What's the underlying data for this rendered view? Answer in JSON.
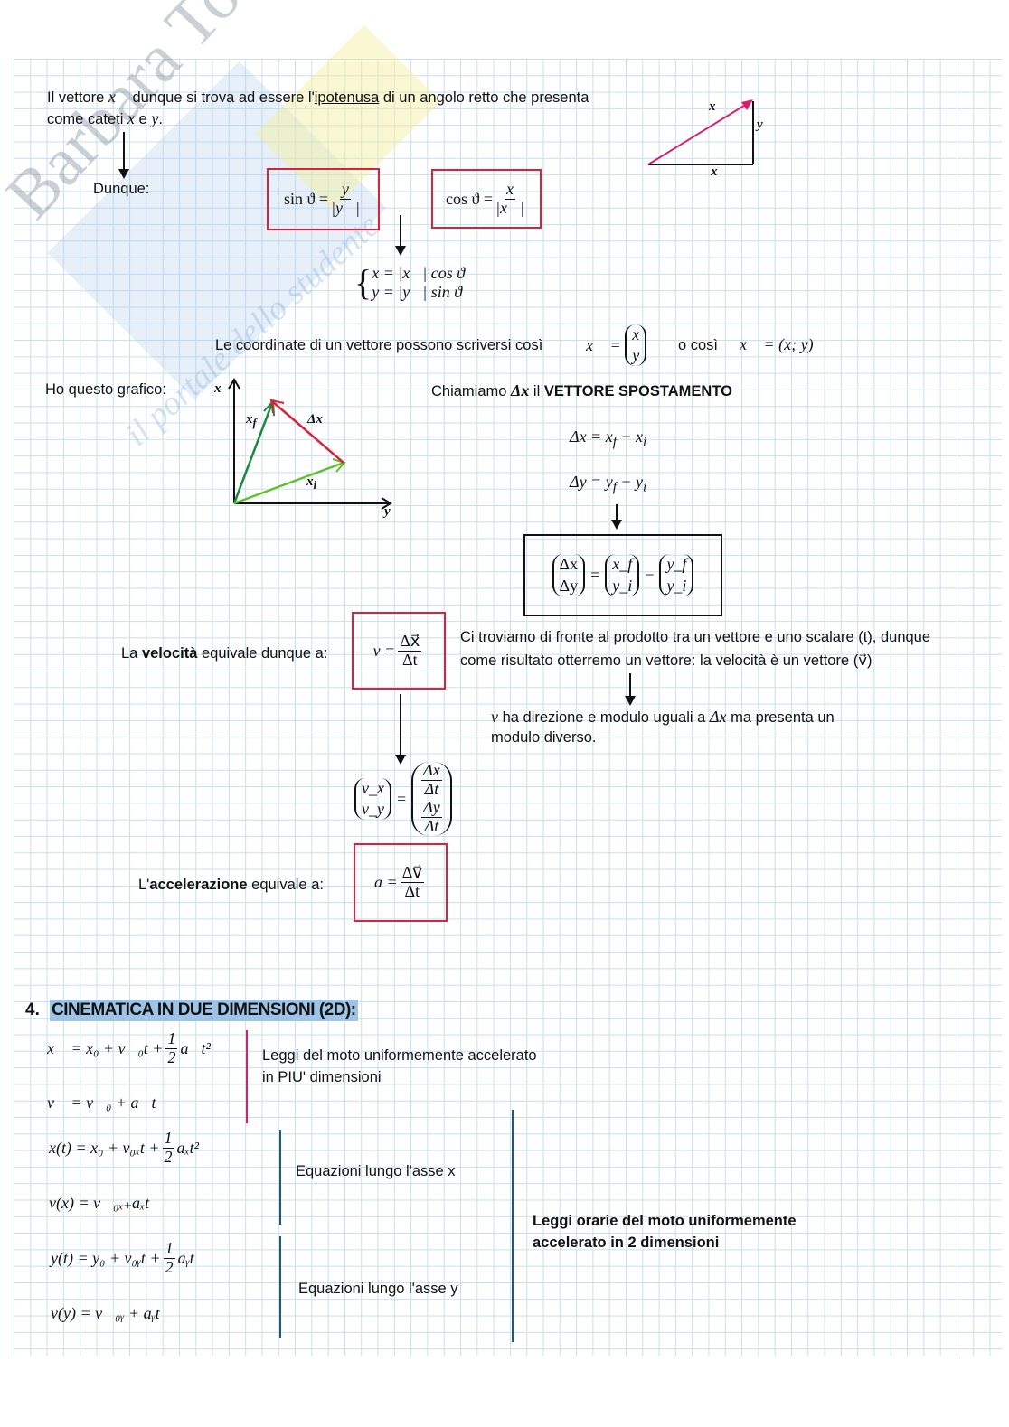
{
  "watermark": {
    "name": "Barbara Tornaghi",
    "tagline": "il portale dello studente"
  },
  "intro": {
    "a": "Il vettore ",
    "vec": "x⃗",
    "b": " dunque si trova ad essere l'",
    "underlined": "ipotenusa",
    "c": " di un angolo retto che presenta",
    "line2a": "come cateti ",
    "x": "x",
    "e": " e ",
    "y": "y",
    "dot": "."
  },
  "dunque": "Dunque:",
  "sin_formula": {
    "lhs": "sin ϑ =",
    "num": "y",
    "den": "|y⃗|"
  },
  "cos_formula": {
    "lhs": "cos ϑ =",
    "num": "x",
    "den": "|x⃗|"
  },
  "system": [
    "x = |x⃗| cos ϑ",
    "y = |y⃗| sin ϑ"
  ],
  "triangle": {
    "hyp": "x⃗",
    "vertical": "y",
    "base": "x"
  },
  "coords": {
    "text": "Le coordinate di un vettore possono scriversi così",
    "lhs": "x⃗ =",
    "comp": [
      "x",
      "y"
    ],
    "or": "o così",
    "alt": "x⃗ = (x; y)"
  },
  "graph": {
    "label": "Ho questo grafico:",
    "axis_v": "x",
    "axis_h": "y",
    "xf": "x",
    "xf_sub": "f",
    "xi": "x",
    "xi_sub": "i",
    "dx": "Δx",
    "colors": {
      "xf": "#1a8a3a",
      "xi": "#5cc22a",
      "dx": "#d9233b"
    }
  },
  "chiamiamo": {
    "a": "Chiamiamo ",
    "dx": "Δx",
    "b": " il ",
    "bold": "VETTORE SPOSTAMENTO"
  },
  "eq_dx": {
    "a": "Δx = x",
    "s1": "f",
    "b": " − x",
    "s2": "i"
  },
  "eq_dy": {
    "a": "Δy = y",
    "s1": "f",
    "b": " − y",
    "s2": "i"
  },
  "matrix_eq": {
    "l": [
      "Δx",
      "Δy"
    ],
    "eq": "=",
    "m": [
      "x_f",
      "y_i"
    ],
    "minus": "−",
    "r": [
      "y_f",
      "y_i"
    ]
  },
  "velocity": {
    "a": "La ",
    "bold": "velocità",
    "b": " equivale dunque a:",
    "lhs": "v =",
    "num": "Δx⃗",
    "den": "Δt"
  },
  "velocity_note": [
    "Ci troviamo di fronte al prodotto tra un vettore e uno scalare (t), dunque",
    "come risultato otterremo un vettore: la velocità è un vettore (v⃗)"
  ],
  "v_note": {
    "v": "v",
    "a": " ha direzione e modulo uguali a ",
    "dx": "Δx",
    "b": " ma presenta un",
    "line2": "modulo diverso."
  },
  "vcomp": {
    "l": [
      "v_x",
      "v_y"
    ],
    "eq": "=",
    "r": [
      [
        "Δx",
        "Δt"
      ],
      [
        "Δy",
        "Δt"
      ]
    ]
  },
  "acceleration": {
    "a": "L'",
    "bold": "accelerazione",
    "b": " equivale a:",
    "lhs": "a =",
    "num": "Δv⃗",
    "den": "Δt"
  },
  "section": {
    "num": "4.",
    "title": "CINEMATICA IN DUE DIMENSIONI (2D):",
    "highlight": "#9dc3e6"
  },
  "laws": {
    "f1a": "x⃗ = x₀ + v⃗₀t +",
    "f1n": "1",
    "f1d": "2",
    "f1b": "a⃗t²",
    "f2": "v⃗ = v⃗₀ + a⃗t",
    "note": [
      "Leggi del moto uniformemente accelerato",
      "in PIU' dimensioni"
    ]
  },
  "xaxis": {
    "f1a": "x(t) = x₀ + v₀ₓt +",
    "f1n": "1",
    "f1d": "2",
    "f1b": "aₓt²",
    "f2": "v(x) = v⃗₀ₓ₊aₓt",
    "note": "Equazioni lungo l'asse x"
  },
  "yaxis": {
    "f1a": "y(t) = y₀ + v₀ᵧt +",
    "f1n": "1",
    "f1d": "2",
    "f1b": "aᵧt",
    "f2": "v(y) = v⃗₀ᵧ + aᵧt",
    "note": "Equazioni lungo l'asse y"
  },
  "summary": [
    "Leggi orarie del moto uniformemente",
    "accelerato in 2 dimensioni"
  ]
}
